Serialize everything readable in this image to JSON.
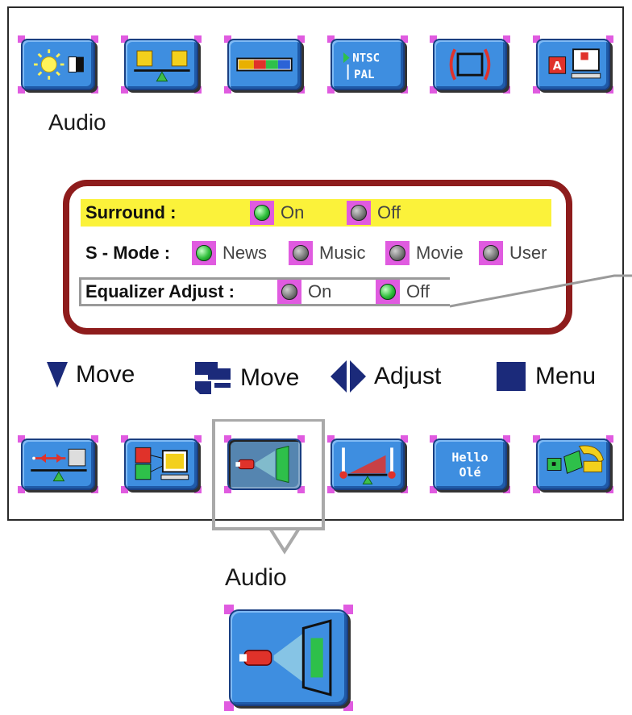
{
  "screen": {
    "top_label": "Audio",
    "top_icons": [
      "picture-icon",
      "balance-scale-icon",
      "color-bar-icon",
      "ntsc-pal-icon",
      "screen-size-icon",
      "caption-monitor-icon"
    ],
    "ntsc_text_1": "NTSC",
    "ntsc_text_2": "PAL",
    "bottom_icons": [
      "balance-arrow-icon",
      "monitor-input-icon",
      "audio-speaker-icon",
      "temperature-icon",
      "hello-ole-icon",
      "wrench-tool-icon"
    ],
    "hello_text_1": "Hello",
    "hello_text_2": "Olé"
  },
  "audio_menu": {
    "surround": {
      "label": "Surround :",
      "on": "On",
      "off": "Off",
      "selected": "On"
    },
    "s_mode": {
      "label": "S - Mode :",
      "options": [
        "News",
        "Music",
        "Movie",
        "User"
      ],
      "selected": "News"
    },
    "equalizer": {
      "label": "Equalizer Adjust :",
      "on": "On",
      "off": "Off",
      "selected": "Off"
    }
  },
  "nav": {
    "move_down": "Move",
    "move_tab": "Move",
    "adjust": "Adjust",
    "menu": "Menu"
  },
  "callout": {
    "label": "Audio"
  },
  "colors": {
    "icon_blue": "#3e8ee0",
    "highlight": "#fbf23a",
    "menu_border": "#8e1c1c",
    "marker": "#e05be0"
  }
}
